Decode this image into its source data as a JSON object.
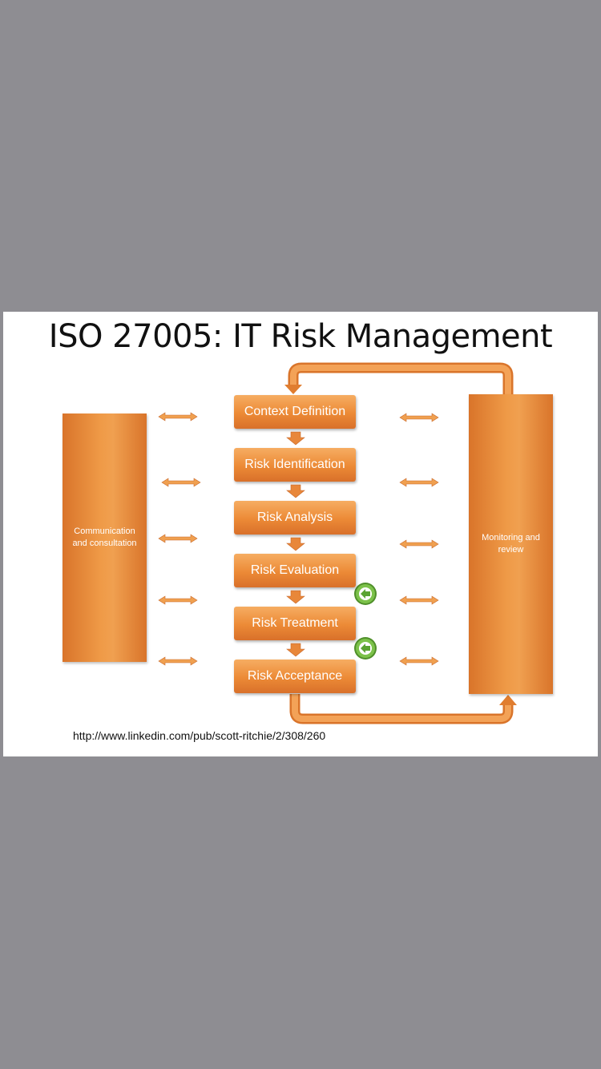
{
  "title": "ISO 27005: IT Risk Management",
  "left_bar": {
    "label": "Communication and consultation"
  },
  "right_bar": {
    "label": "Monitoring and review"
  },
  "steps": [
    {
      "label": "Context Definition"
    },
    {
      "label": "Risk Identification"
    },
    {
      "label": "Risk Analysis"
    },
    {
      "label": "Risk Evaluation"
    },
    {
      "label": "Risk Treatment"
    },
    {
      "label": "Risk Acceptance"
    }
  ],
  "source_url": "http://www.linkedin.com/pub/scott-ritchie/2/308/260",
  "colors": {
    "background": "#8e8d92",
    "slide": "#ffffff",
    "orange": "#ec8a36",
    "orange_light": "#f6ad62",
    "green_button": "#6db33f"
  },
  "icons": {
    "feedback_button": "green-left-arrow-circle-icon",
    "link_arrow": "double-headed-arrow-icon"
  }
}
